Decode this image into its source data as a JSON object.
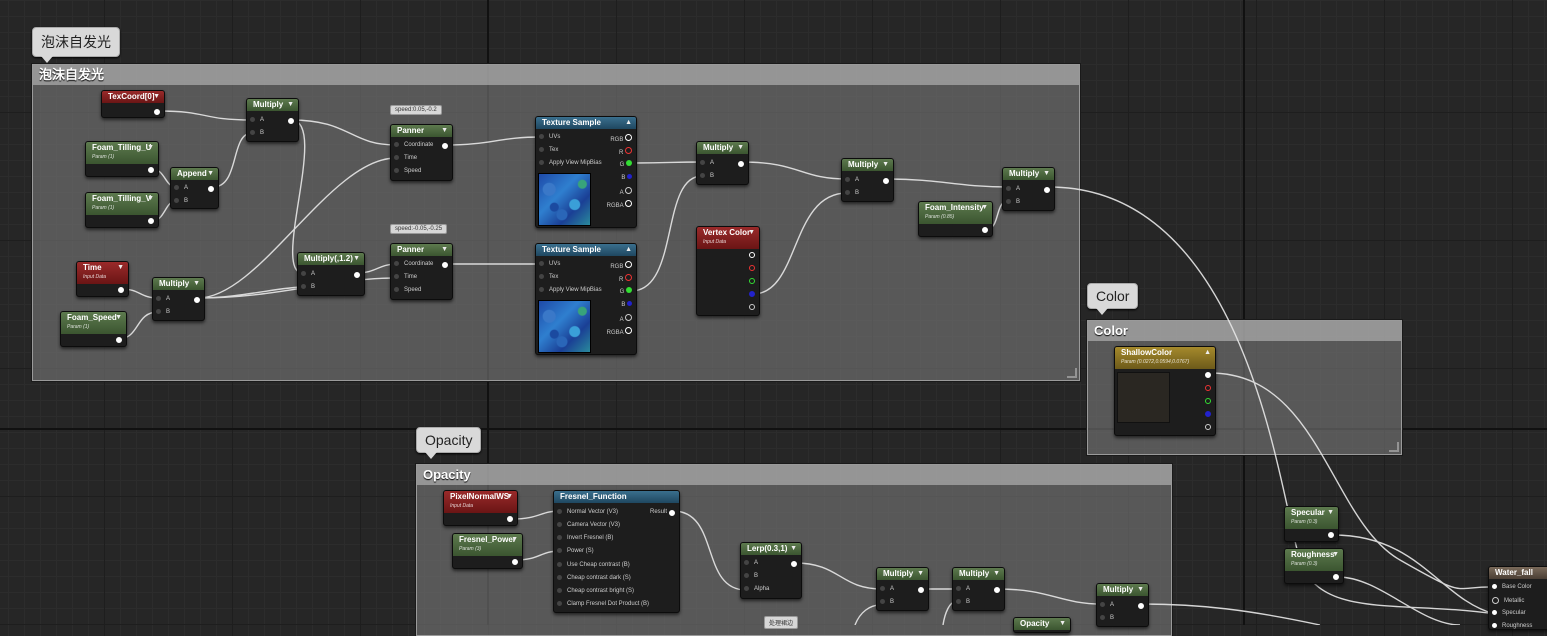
{
  "colors": {
    "graph_bg": "#262626",
    "function_header": "#3b5530",
    "parameter_header": "#6a1515",
    "texture_header": "#1f4760",
    "vector_param_header": "#6d5a1a",
    "wire": "#e8e8e8"
  },
  "tabs": {
    "foam": "泡沫自发光",
    "color": "Color",
    "opacity": "Opacity"
  },
  "comments": {
    "foam": "泡沫自发光",
    "color": "Color",
    "opacity": "Opacity"
  },
  "nodes": {
    "texcoord": {
      "title": "TexCoord[0]"
    },
    "foam_tiling_u": {
      "title": "Foam_Tilling_U",
      "sub": "Param (1)"
    },
    "foam_tiling_v": {
      "title": "Foam_Tilling_V",
      "sub": "Param (1)"
    },
    "append": {
      "title": "Append",
      "a": "A",
      "b": "B"
    },
    "multiply1": {
      "title": "Multiply",
      "a": "A",
      "b": "B"
    },
    "speed1": "speed:0.05,-0.2",
    "panner1": {
      "title": "Panner",
      "p1": "Coordinate",
      "p2": "Time",
      "p3": "Speed"
    },
    "texsample1": {
      "title": "Texture Sample",
      "p1": "UVs",
      "p2": "Tex",
      "p3": "Apply View MipBias",
      "o1": "RGB",
      "o2": "R",
      "o3": "G",
      "o4": "B",
      "o5": "A",
      "o6": "RGBA"
    },
    "multiply2": {
      "title": "Multiply",
      "a": "A",
      "b": "B"
    },
    "multiply3": {
      "title": "Multiply",
      "a": "A",
      "b": "B"
    },
    "multiply4": {
      "title": "Multiply",
      "a": "A",
      "b": "B"
    },
    "foam_intensity": {
      "title": "Foam_Intensity",
      "sub": "Param (0.85)"
    },
    "time": {
      "title": "Time",
      "sub": "Input Data"
    },
    "foam_speed": {
      "title": "Foam_Speed",
      "sub": "Param (1)"
    },
    "multiply5": {
      "title": "Multiply",
      "a": "A",
      "b": "B"
    },
    "multiply_12": {
      "title": "Multiply(,1.2)",
      "a": "A",
      "b": "B"
    },
    "speed2": "speed:-0.05,-0.25",
    "panner2": {
      "title": "Panner",
      "p1": "Coordinate",
      "p2": "Time",
      "p3": "Speed"
    },
    "texsample2": {
      "title": "Texture Sample",
      "p1": "UVs",
      "p2": "Tex",
      "p3": "Apply View MipBias",
      "o1": "RGB",
      "o2": "R",
      "o3": "G",
      "o4": "B",
      "o5": "A",
      "o6": "RGBA"
    },
    "vertex_color": {
      "title": "Vertex Color",
      "sub": "Input Data"
    },
    "shallow_color": {
      "title": "ShallowColor",
      "sub": "Param (0.0272,0.0594,0.0767)"
    },
    "pixel_normal": {
      "title": "PixelNormalWS",
      "sub": "Input Data"
    },
    "fresnel_power": {
      "title": "Fresnel_Power",
      "sub": "Param (3)"
    },
    "fresnel_function": {
      "title": "Fresnel_Function",
      "inputs": [
        "Normal Vector (V3)",
        "Camera Vector (V3)",
        "Invert Fresnel (B)",
        "Power (S)",
        "Use Cheap contrast (B)",
        "Cheap contrast dark (S)",
        "Cheap contrast bright (S)",
        "Clamp Fresnel Dot Product (B)"
      ],
      "output": "Result"
    },
    "lerp": {
      "title": "Lerp(0.3,1)",
      "a": "A",
      "b": "B",
      "alpha": "Alpha"
    },
    "multiply6": {
      "title": "Multiply",
      "a": "A",
      "b": "B"
    },
    "multiply7": {
      "title": "Multiply",
      "a": "A",
      "b": "B"
    },
    "multiply8": {
      "title": "Multiply",
      "a": "A",
      "b": "B"
    },
    "note_bottom": "处理裙边",
    "opacity_param": {
      "title": "Opacity"
    },
    "specular": {
      "title": "Specular",
      "sub": "Param (0.3)"
    },
    "roughness": {
      "title": "Roughness",
      "sub": "Param (0.3)"
    },
    "water_fall": {
      "title": "Water_fall",
      "inputs": [
        "Base Color",
        "Metallic",
        "Specular",
        "Roughness"
      ]
    }
  }
}
